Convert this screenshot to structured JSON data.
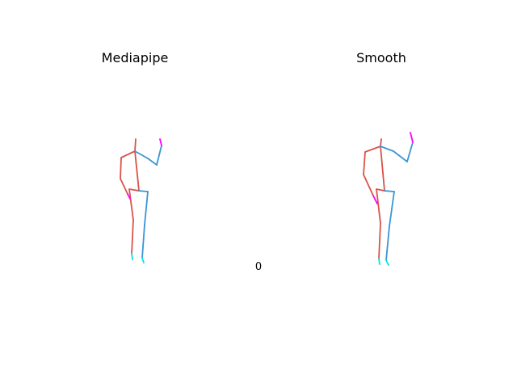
{
  "panels": [
    {
      "title": "Mediapipe"
    },
    {
      "title": "Smooth"
    }
  ],
  "frame_label": "0",
  "colors": {
    "right_side": "#d9534a",
    "left_side": "#3a96d4",
    "hand": "#ff00ff",
    "foot": "#00e5e5"
  }
}
